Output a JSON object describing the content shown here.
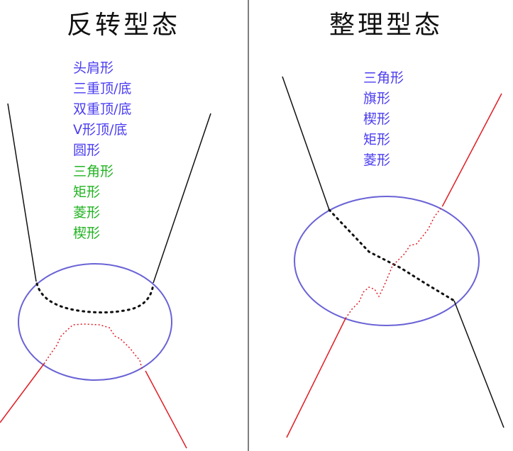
{
  "colors": {
    "blue_text": "#4b3df0",
    "green_text": "#22b322",
    "ellipse": "#6a63d6",
    "black_trend": "#111111",
    "red_trend": "#e01d24",
    "divider": "#555555"
  },
  "reversal": {
    "title": "反转型态",
    "blue_items": [
      "头肩形",
      "三重顶/底",
      "双重顶/底",
      "V形顶/底",
      "圆形"
    ],
    "green_items": [
      "三角形",
      "矩形",
      "菱形",
      "楔形"
    ]
  },
  "consolidation": {
    "title": "整理型态",
    "blue_items": [
      "三角形",
      "旗形",
      "楔形",
      "矩形",
      "菱形"
    ]
  }
}
